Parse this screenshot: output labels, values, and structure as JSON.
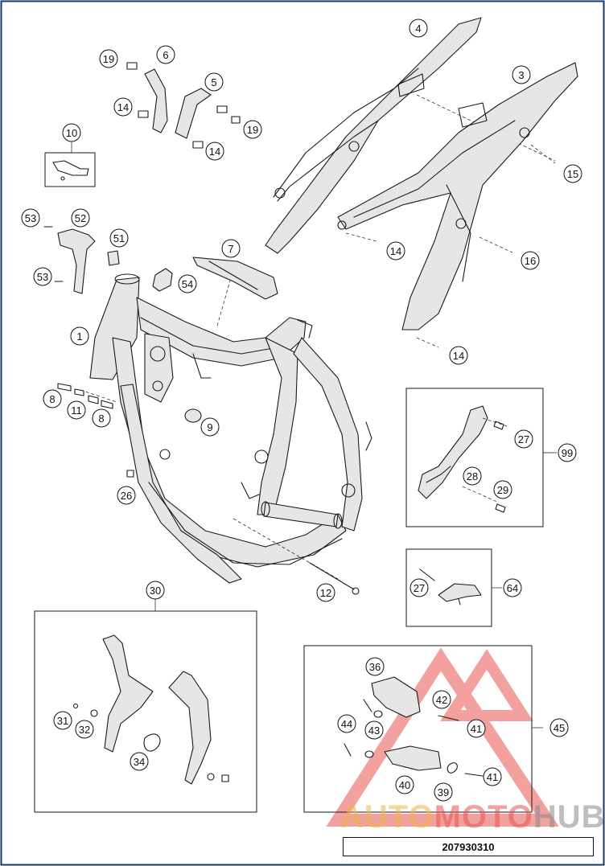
{
  "diagram": {
    "reference_number": "207930310",
    "callouts": {
      "c1": "1",
      "c3": "3",
      "c4": "4",
      "c5": "5",
      "c6": "6",
      "c7": "7",
      "c8a": "8",
      "c8b": "8",
      "c9": "9",
      "c10": "10",
      "c11": "11",
      "c12": "12",
      "c14a": "14",
      "c14b": "14",
      "c14c": "14",
      "c14d": "14",
      "c15": "15",
      "c16": "16",
      "c19a": "19",
      "c19b": "19",
      "c26": "26",
      "c27a": "27",
      "c27b": "27",
      "c28": "28",
      "c29": "29",
      "c30": "30",
      "c31": "31",
      "c32": "32",
      "c34": "34",
      "c36": "36",
      "c39": "39",
      "c40": "40",
      "c41a": "41",
      "c41b": "41",
      "c42": "42",
      "c43": "43",
      "c44": "44",
      "c45": "45",
      "c51": "51",
      "c52": "52",
      "c53a": "53",
      "c53b": "53",
      "c54": "54",
      "c64": "64",
      "c99": "99"
    }
  },
  "watermark": {
    "part1": "AUTO",
    "part2": "MOTO",
    "part3": "HUB",
    "colors": {
      "auto": "#f0b44a",
      "moto": "#e8564f",
      "hub": "#8a8a8a",
      "triangle": "#e8564f"
    }
  },
  "colors": {
    "border": "#1a3a6b",
    "line": "#1a1a1a"
  }
}
